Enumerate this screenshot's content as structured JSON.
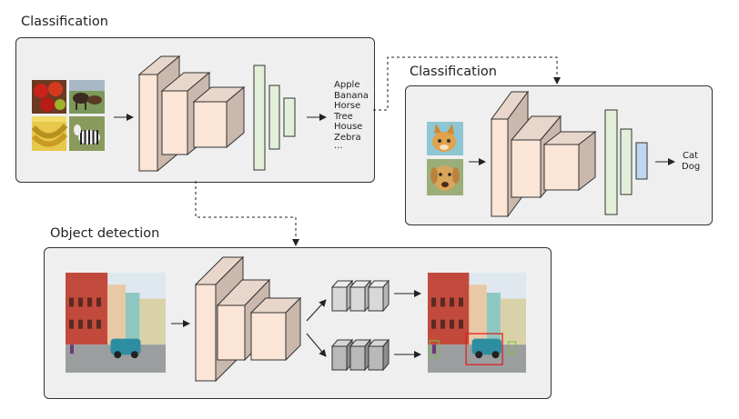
{
  "panel_classification_main": {
    "title": "Classification",
    "labels": [
      "Apple",
      "Banana",
      "Horse",
      "Tree",
      "House",
      "Zebra",
      "..."
    ]
  },
  "panel_classification_small": {
    "title": "Classification",
    "labels": [
      "Cat",
      "Dog"
    ]
  },
  "panel_detection": {
    "title": "Object detection"
  },
  "colors": {
    "cnn_face": "#fbe5d6",
    "cnn_top": "#e8d6ca",
    "cnn_side": "#cbb8ad",
    "fc_green": "#e2f0d9",
    "fc_blue": "#bdd7ee",
    "panel_bg": "#efefef",
    "head_gray": "#cfcfcf",
    "bbox_red": "#e02020"
  }
}
